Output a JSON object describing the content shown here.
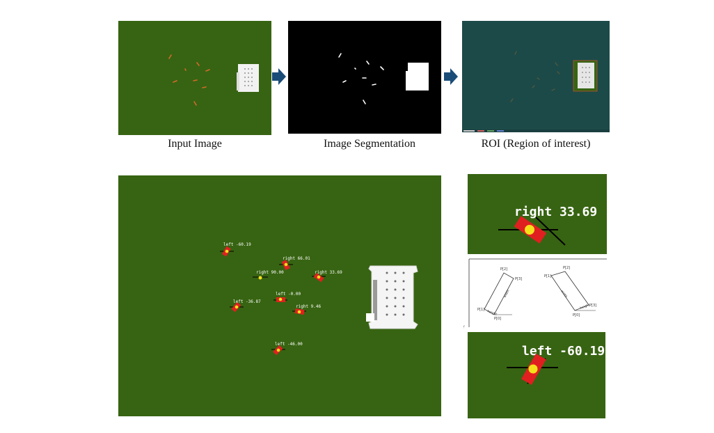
{
  "colors": {
    "field": "#376412",
    "roi_background": "#1c4a48",
    "arrow": "#1a4c78",
    "blade": "#e02020",
    "center": "#f5e11a",
    "tray": "#f4f4f4"
  },
  "captions": {
    "input": "Input Image",
    "segmentation": "Image Segmentation",
    "roi": "ROI (Region of interest)"
  },
  "detections": [
    {
      "label": "left  -60.19"
    },
    {
      "label": "right 66.01"
    },
    {
      "label": "right 90.00"
    },
    {
      "label": "right 33.69"
    },
    {
      "label": "left  -0.00"
    },
    {
      "label": "left  -36.87"
    },
    {
      "label": "right 9.46"
    },
    {
      "label": "left  -46.00"
    }
  ],
  "zoom": {
    "right_label": "right 33.69",
    "left_label": "left -60.19"
  },
  "diagram": {
    "points_left": {
      "p0": "P[0]",
      "p1": "P[1]",
      "p2": "P[2]",
      "p3": "P[3]"
    },
    "points_right": {
      "p0": "P[0]",
      "p1": "P[1]",
      "p2": "P[2]",
      "p3": "P[3]"
    },
    "height_label": "height",
    "width_label": "width",
    "axis_y": "Y"
  }
}
